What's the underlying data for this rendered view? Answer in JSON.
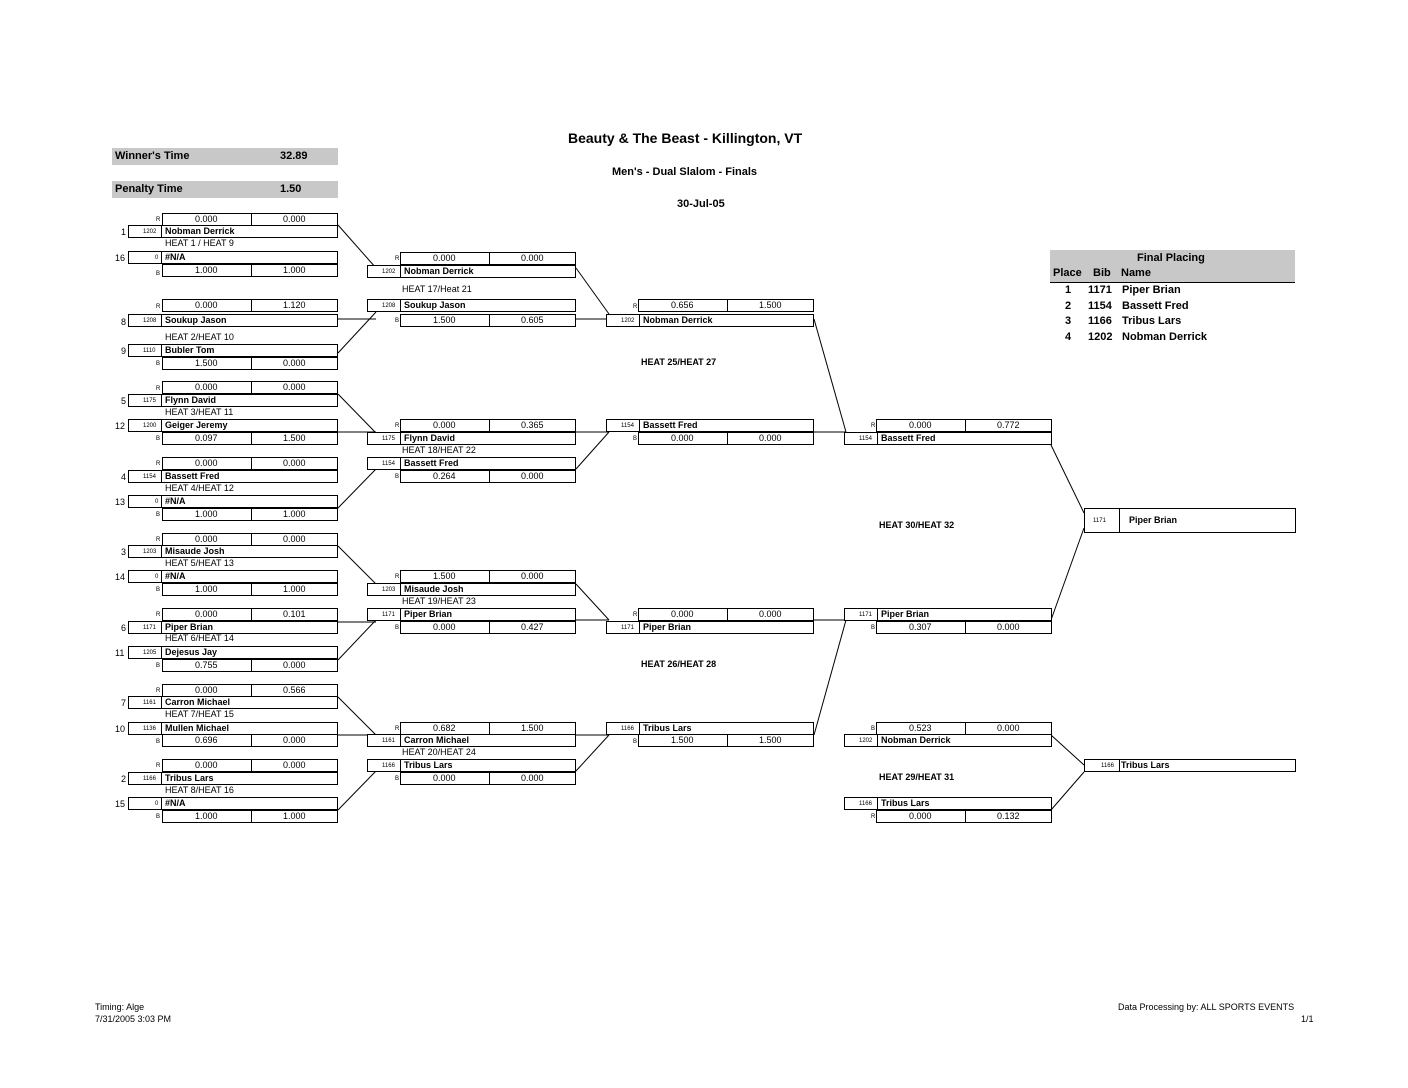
{
  "header": {
    "title": "Beauty & The Beast  - Killington, VT",
    "subtitle": "Men's - Dual Slalom - Finals",
    "date": "30-Jul-05"
  },
  "summary": {
    "winners_time_label": "Winner's Time",
    "winners_time_value": "32.89",
    "penalty_time_label": "Penalty Time",
    "penalty_time_value": "1.50"
  },
  "round1": [
    {
      "r1": "0.000",
      "r2": "0.000",
      "seedA": "1",
      "bibA": "1202",
      "nameA": "Nobman Derrick",
      "heat": "HEAT 1 / HEAT 9",
      "seedB": "16",
      "bibB": "0",
      "nameB": "#N/A",
      "b1": "1.000",
      "b2": "1.000"
    },
    {
      "r1": "0.000",
      "r2": "1.120",
      "seedA": "8",
      "bibA": "1208",
      "nameA": "Soukup Jason",
      "heat": "HEAT 2/HEAT 10",
      "seedB": "9",
      "bibB": "1110",
      "nameB": "Bubler Tom",
      "b1": "1.500",
      "b2": "0.000"
    },
    {
      "r1": "0.000",
      "r2": "0.000",
      "seedA": "5",
      "bibA": "1175",
      "nameA": "Flynn David",
      "heat": "HEAT 3/HEAT 11",
      "seedB": "12",
      "bibB": "1200",
      "nameB": "Geiger Jeremy",
      "b1": "0.097",
      "b2": "1.500"
    },
    {
      "r1": "0.000",
      "r2": "0.000",
      "seedA": "4",
      "bibA": "1154",
      "nameA": "Bassett Fred",
      "heat": "HEAT 4/HEAT 12",
      "seedB": "13",
      "bibB": "0",
      "nameB": "#N/A",
      "b1": "1.000",
      "b2": "1.000"
    },
    {
      "r1": "0.000",
      "r2": "0.000",
      "seedA": "3",
      "bibA": "1203",
      "nameA": "Misaude Josh",
      "heat": "HEAT 5/HEAT 13",
      "seedB": "14",
      "bibB": "0",
      "nameB": "#N/A",
      "b1": "1.000",
      "b2": "1.000"
    },
    {
      "r1": "0.000",
      "r2": "0.101",
      "seedA": "6",
      "bibA": "1171",
      "nameA": "Piper Brian",
      "heat": "HEAT 6/HEAT 14",
      "seedB": "11",
      "bibB": "1205",
      "nameB": "Dejesus Jay",
      "b1": "0.755",
      "b2": "0.000"
    },
    {
      "r1": "0.000",
      "r2": "0.566",
      "seedA": "7",
      "bibA": "1161",
      "nameA": "Carron Michael",
      "heat": "HEAT 7/HEAT 15",
      "seedB": "10",
      "bibB": "1136",
      "nameB": "Mullen Michael",
      "b1": "0.696",
      "b2": "0.000"
    },
    {
      "r1": "0.000",
      "r2": "0.000",
      "seedA": "2",
      "bibA": "1166",
      "nameA": "Tribus Lars",
      "heat": "HEAT 8/HEAT 16",
      "seedB": "15",
      "bibB": "0",
      "nameB": "#N/A",
      "b1": "1.000",
      "b2": "1.000"
    }
  ],
  "round2": [
    {
      "r1": "0.000",
      "r2": "0.000",
      "bibA": "1202",
      "nameA": "Nobman Derrick",
      "heat": "HEAT 17/Heat 21",
      "bibB": "1208",
      "nameB": "Soukup Jason",
      "b1": "1.500",
      "b2": "0.605"
    },
    {
      "r1": "0.000",
      "r2": "0.365",
      "bibA": "1175",
      "nameA": "Flynn David",
      "heat": "HEAT 18/HEAT 22",
      "bibB": "1154",
      "nameB": "Bassett Fred",
      "b1": "0.264",
      "b2": "0.000"
    },
    {
      "r1": "1.500",
      "r2": "0.000",
      "bibA": "1203",
      "nameA": "Misaude Josh",
      "heat": "HEAT 19/HEAT 23",
      "bibB": "1171",
      "nameB": "Piper Brian",
      "b1": "0.000",
      "b2": "0.427"
    },
    {
      "r1": "0.682",
      "r2": "1.500",
      "bibA": "1161",
      "nameA": "Carron Michael",
      "heat": "HEAT 20/HEAT 24",
      "bibB": "1166",
      "nameB": "Tribus Lars",
      "b1": "0.000",
      "b2": "0.000"
    }
  ],
  "round3": [
    {
      "r1": "0.656",
      "r2": "1.500",
      "bibA": "1202",
      "nameA": "Nobman Derrick",
      "heat": "HEAT 25/HEAT 27",
      "bibB": "1154",
      "nameB": "Bassett Fred",
      "b1": "0.000",
      "b2": "0.000"
    },
    {
      "r1": "0.000",
      "r2": "0.000",
      "bibA": "1171",
      "nameA": "Piper Brian",
      "heat": "HEAT 26/HEAT 28",
      "bibB": "1166",
      "nameB": "Tribus Lars",
      "b1": "1.500",
      "b2": "1.500"
    }
  ],
  "final": {
    "r1": "0.000",
    "r2": "0.772",
    "bibA": "1154",
    "nameA": "Bassett Fred",
    "heat": "HEAT 30/HEAT 32",
    "bibB": "1171",
    "nameB": "Piper Brian",
    "b1": "0.307",
    "b2": "0.000",
    "winner_bib": "1171",
    "winner_name": "Piper Brian"
  },
  "consolation": {
    "r1": "0.523",
    "r2": "0.000",
    "bibA": "1202",
    "nameA": "Nobman Derrick",
    "heat": "HEAT 29/HEAT 31",
    "bibB": "1166",
    "nameB": "Tribus Lars",
    "b1": "0.000",
    "b2": "0.132",
    "winner_bib": "1166",
    "winner_name": "Tribus Lars"
  },
  "final_placing": {
    "title": "Final Placing",
    "col_place": "Place",
    "col_bib": "Bib",
    "col_name": "Name",
    "rows": [
      {
        "place": "1",
        "bib": "1171",
        "name": "Piper Brian"
      },
      {
        "place": "2",
        "bib": "1154",
        "name": "Bassett Fred"
      },
      {
        "place": "3",
        "bib": "1166",
        "name": "Tribus Lars"
      },
      {
        "place": "4",
        "bib": "1202",
        "name": "Nobman Derrick"
      }
    ]
  },
  "labels": {
    "R": "R",
    "B": "B"
  },
  "footer": {
    "timing": "Timing: Alge",
    "printed": "7/31/2005 3:03 PM",
    "processing": "Data Processing by: ALL SPORTS EVENTS",
    "page": "1/1"
  }
}
